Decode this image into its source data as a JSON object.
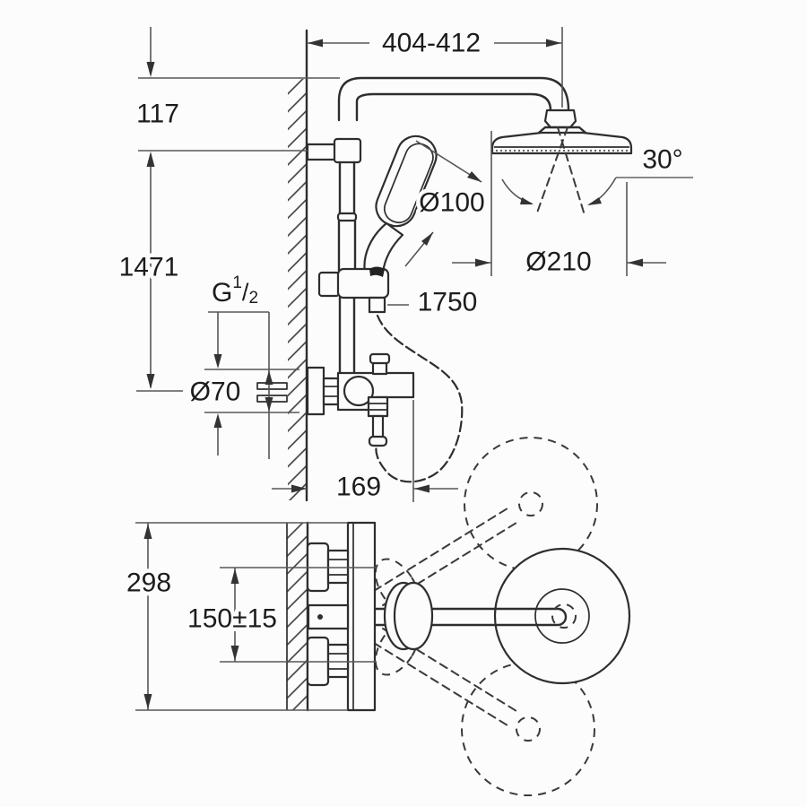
{
  "labels": {
    "width_range": "404-412",
    "arm_drop": "117",
    "rail_height": "1471",
    "thread": {
      "prefix": "G",
      "numerator": "1",
      "slash": "/",
      "denominator": "2"
    },
    "escutcheon_diameter": "Ø70",
    "hand_shower_diameter": "Ø100",
    "head_shower_diameter": "Ø210",
    "swivel_angle": "30°",
    "hose_length": "1750",
    "spout_depth": "169",
    "body_height": "298",
    "inlet_spacing": "150±15"
  },
  "colors": {
    "line": "#2e2e2e",
    "dimension": "#565656",
    "text": "#1c1c1c",
    "background": "#fcfcfc"
  }
}
